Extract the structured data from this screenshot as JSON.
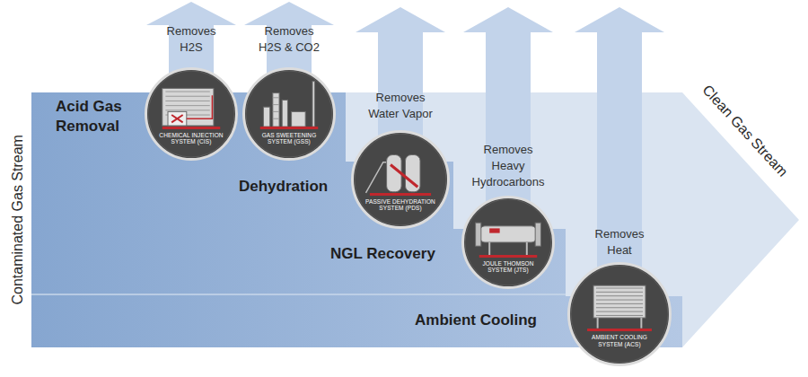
{
  "diagram": {
    "nodes": [
      {
        "text": [
          "CHEMICAL INJECTION SYSTEM (CIS)"
        ]
      },
      {
        "text": [
          "GAS SWEETENING SYSTEM (GSS)"
        ]
      },
      {
        "text": [
          "PASSIVE DEHYDRATION SYSTEM (PDS)"
        ]
      },
      {
        "text": [
          "JOULE THOMSON SYSTEM (JTS)"
        ]
      },
      {
        "text": [
          "AMBIENT COOLING SYSTEM (ACS)"
        ]
      }
    ],
    "labels": [
      "Contaminated Gas Stream",
      "Clean Gas Stream",
      "Acid Gas Removal",
      "Dehydration",
      "NGL Recovery",
      "Ambient Cooling",
      "Removes H2S",
      "Removes H2S & CO2",
      "Removes Water Vapor",
      "Removes Heavy Hydrocarbons",
      "Removes Heat"
    ]
  }
}
